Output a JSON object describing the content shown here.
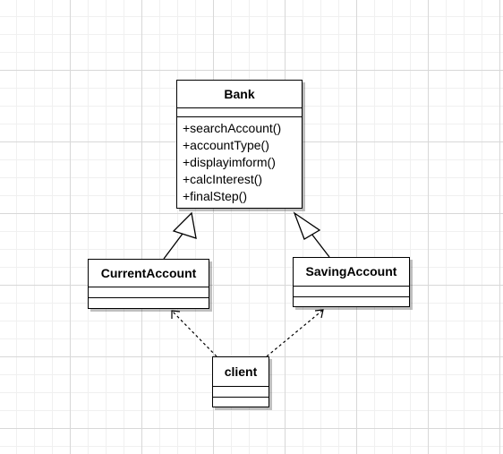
{
  "classes": {
    "bank": {
      "name": "Bank",
      "methods": [
        "+searchAccount()",
        "+accountType()",
        "+displayimform()",
        "+calcInterest()",
        "+finalStep()"
      ]
    },
    "current_account": {
      "name": "CurrentAccount"
    },
    "saving_account": {
      "name": "SavingAccount"
    },
    "client": {
      "name": "client"
    }
  },
  "relationships": [
    {
      "type": "generalization",
      "from": "CurrentAccount",
      "to": "Bank"
    },
    {
      "type": "generalization",
      "from": "SavingAccount",
      "to": "Bank"
    },
    {
      "type": "dependency",
      "from": "client",
      "to": "CurrentAccount"
    },
    {
      "type": "dependency",
      "from": "client",
      "to": "SavingAccount"
    }
  ],
  "colors": {
    "line": "#000000",
    "grid": "#d8d8d8",
    "box_fill": "#ffffff"
  }
}
